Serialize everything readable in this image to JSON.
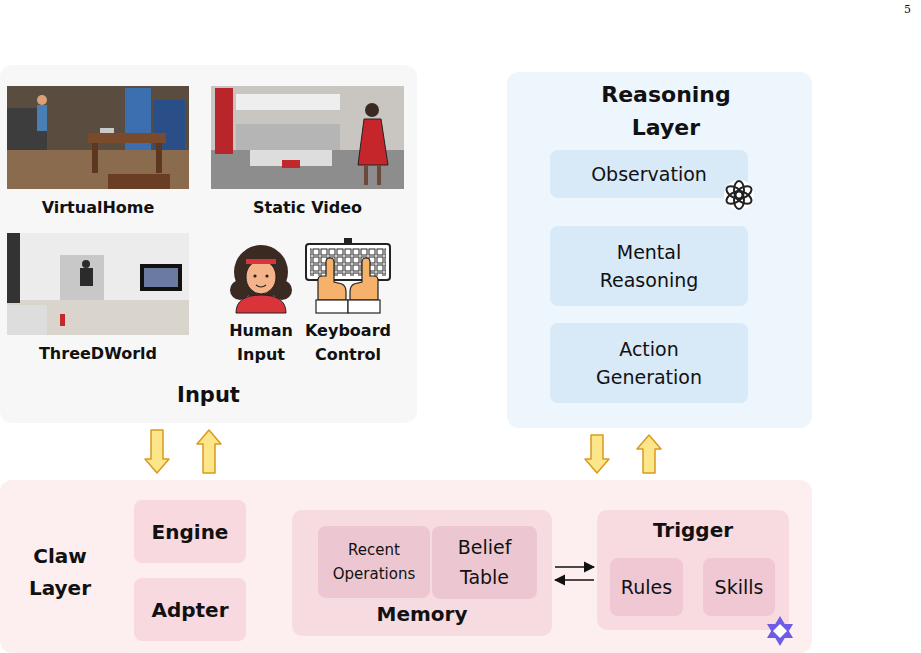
{
  "diagram": {
    "nodes": [
      {
        "text": [
          "Input"
        ]
      },
      {
        "text": [
          "VirtualHome"
        ],
        "in": 0
      },
      {
        "text": [
          "Static Video"
        ],
        "in": 0
      },
      {
        "text": [
          "ThreeDWorld"
        ],
        "in": 0
      },
      {
        "text": [
          "Human Input"
        ],
        "in": 0
      },
      {
        "text": [
          "Keyboard Control"
        ],
        "in": 0
      },
      {
        "text": [
          "Reasoning Layer"
        ]
      },
      {
        "text": [
          "Observation"
        ],
        "in": 6
      },
      {
        "text": [
          "Mental Reasoning"
        ],
        "in": 6
      },
      {
        "text": [
          "Action Generation"
        ],
        "in": 6
      },
      {
        "text": [
          "Claw Layer"
        ]
      },
      {
        "text": [
          "Engine"
        ],
        "in": 10
      },
      {
        "text": [
          "Adpter"
        ],
        "in": 10
      },
      {
        "text": [
          "Memory"
        ],
        "in": 10
      },
      {
        "text": [
          "Recent Operations"
        ],
        "in": 13
      },
      {
        "text": [
          "Belief Table"
        ],
        "in": 13
      },
      {
        "text": [
          "Trigger"
        ],
        "in": 10
      },
      {
        "text": [
          "Rules"
        ],
        "in": 16
      },
      {
        "text": [
          "Skills"
        ],
        "in": 16
      }
    ],
    "edges": [
      {
        "from": 0,
        "to": 10,
        "arrow": "to"
      },
      {
        "from": 10,
        "to": 0,
        "arrow": "to"
      },
      {
        "from": 6,
        "to": 10,
        "arrow": "to"
      },
      {
        "from": 10,
        "to": 6,
        "arrow": "to"
      },
      {
        "from": 13,
        "to": 16,
        "arrow": "to"
      },
      {
        "from": 16,
        "to": 13,
        "arrow": "to"
      }
    ],
    "labels": [
      "5"
    ]
  }
}
